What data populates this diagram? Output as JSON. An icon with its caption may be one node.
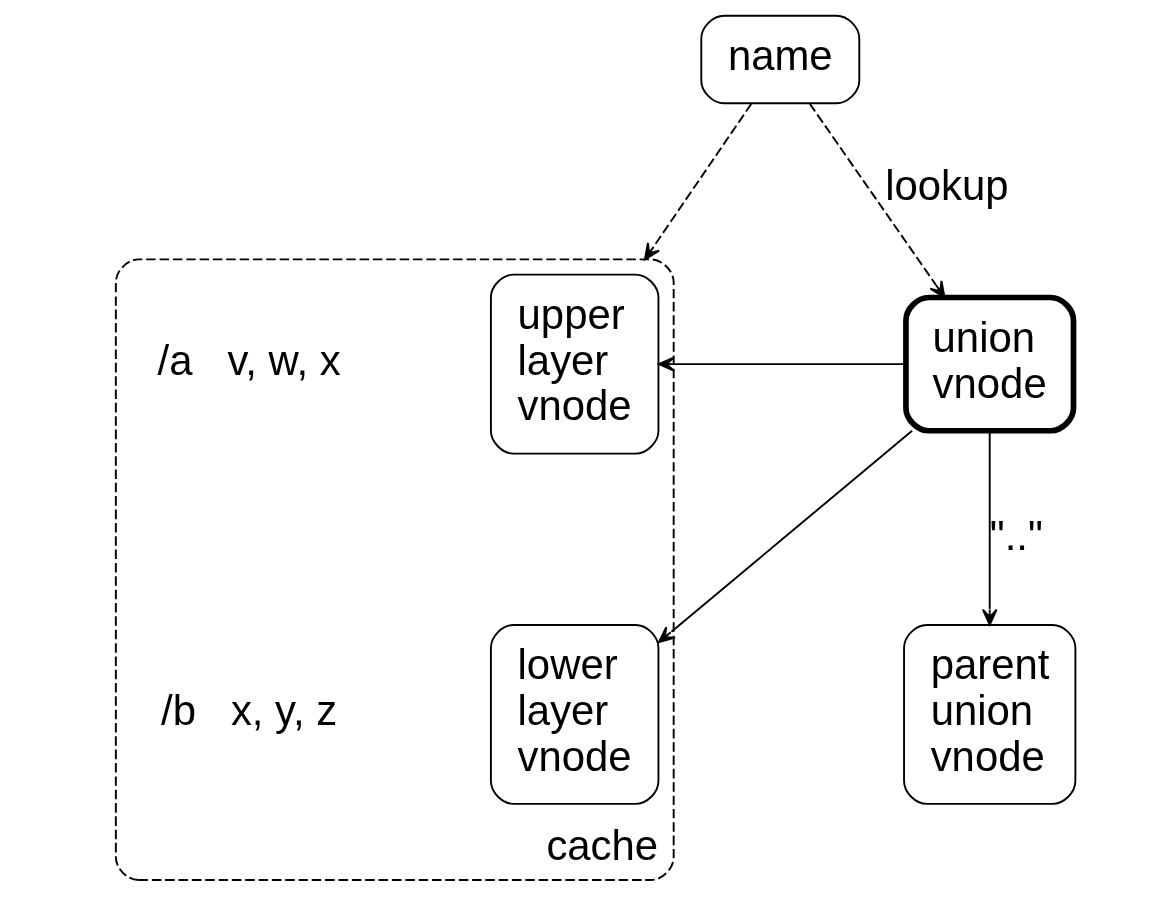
{
  "diagram": {
    "nodes": [
      {
        "text": [
          "cache"
        ]
      },
      {
        "text": [
          "name"
        ]
      },
      {
        "text": [
          "union vnode"
        ]
      },
      {
        "text": [
          "upper layer vnode"
        ],
        "in": 0
      },
      {
        "text": [
          "lower layer vnode"
        ],
        "in": 0
      },
      {
        "text": [
          "parent union vnode"
        ]
      }
    ],
    "edges": [
      {
        "from": 1,
        "to": 0,
        "arrow": "to",
        "style": "dashed"
      },
      {
        "from": 1,
        "to": 2,
        "arrow": "to",
        "style": "dashed",
        "label": "lookup"
      },
      {
        "from": 2,
        "to": 3,
        "arrow": "to"
      },
      {
        "from": 2,
        "to": 4,
        "arrow": "to"
      },
      {
        "from": 2,
        "to": 5,
        "arrow": "to",
        "label": "\"..\""
      }
    ],
    "labels": [
      "/a   v, w, x",
      "/b   x, y, z"
    ]
  }
}
